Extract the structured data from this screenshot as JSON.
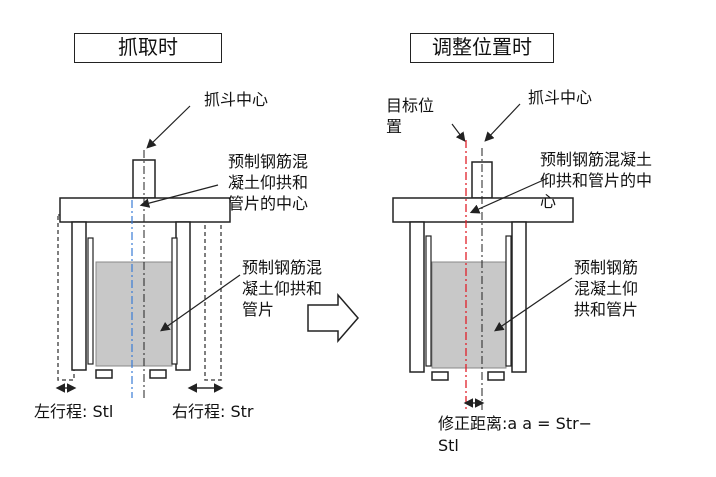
{
  "left_panel": {
    "title": "抓取时",
    "gripper_center_label": "抓斗中心",
    "center_label_lines": [
      "预制钢筋混",
      "凝土仰拱和",
      "管片的中心"
    ],
    "segment_label_lines": [
      "预制钢筋混",
      "凝土仰拱和",
      "管片"
    ],
    "left_stroke_label": "左行程: Stl",
    "right_stroke_label": "右行程: Str"
  },
  "right_panel": {
    "title": "调整位置时",
    "target_label_lines": [
      "目标位",
      "置"
    ],
    "gripper_center_label": "抓斗中心",
    "center_label_lines": [
      "预制钢筋混凝土",
      "仰拱和管片的中",
      "心"
    ],
    "segment_label_lines": [
      "预制钢筋",
      "混凝土仰",
      "拱和管片"
    ],
    "correction_label_lines": [
      "修正距离:a a = Str−",
      "Stl"
    ]
  },
  "colors": {
    "line": "#222222",
    "segment_fill": "#c8c8c8",
    "target_line": "#e0202a",
    "center_line": "#3a7bd5"
  }
}
